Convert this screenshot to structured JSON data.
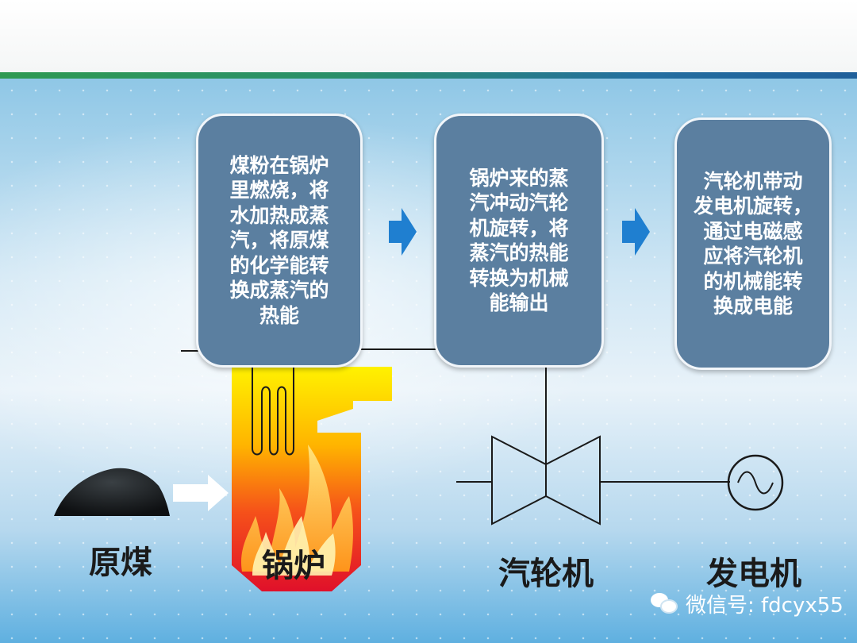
{
  "steps": [
    {
      "text": "煤粉在锅炉\n里燃烧，将\n水加热成蒸\n汽，将原煤\n的化学能转\n换成蒸汽的\n热能"
    },
    {
      "text": "锅炉来的蒸\n汽冲动汽轮\n机旋转，将\n蒸汽的热能\n转换为机械\n能输出"
    },
    {
      "text": "汽轮机带动\n发电机旋转，\n通过电磁感\n应将汽轮机\n的机械能转\n换成电能"
    }
  ],
  "labels": {
    "coal": "原煤",
    "boiler": "锅炉",
    "turbine": "汽轮机",
    "generator": "发电机"
  },
  "watermark": "微信号: fdcyx55",
  "colors": {
    "box_fill": "#5b7fa0",
    "arrow": "#1f7fd0",
    "boiler_top": "#ffee00",
    "boiler_bottom": "#e8102a",
    "line": "#1a1a1a"
  }
}
